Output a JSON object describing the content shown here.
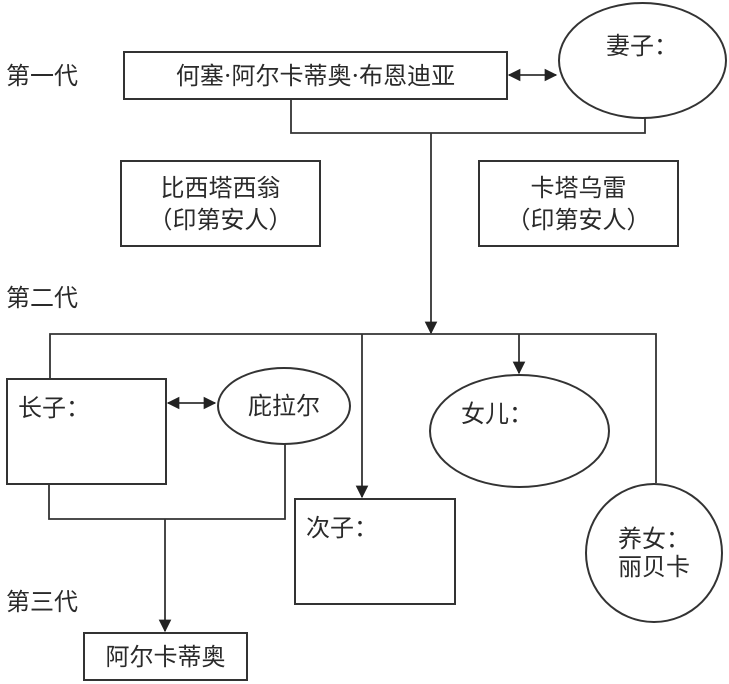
{
  "generations": {
    "first": "第一代",
    "second": "第二代",
    "third": "第三代"
  },
  "gen1": {
    "patriarch": "何塞·阿尔卡蒂奥·布恩迪亚",
    "wife": "妻子："
  },
  "servants": [
    {
      "name": "比西塔西翁",
      "note": "（印第安人）"
    },
    {
      "name": "卡塔乌雷",
      "note": "（印第安人）"
    }
  ],
  "gen2": {
    "eldest_son": "长子：",
    "eldest_son_partner": "庇拉尔",
    "second_son": "次子：",
    "daughter": "女儿：",
    "adopted_daughter_title": "养女：",
    "adopted_daughter_name": "丽贝卡"
  },
  "gen3": {
    "grandson": "阿尔卡蒂奥"
  },
  "colors": {
    "line": "#333333",
    "text": "#2a2a2a",
    "background": "#ffffff"
  }
}
